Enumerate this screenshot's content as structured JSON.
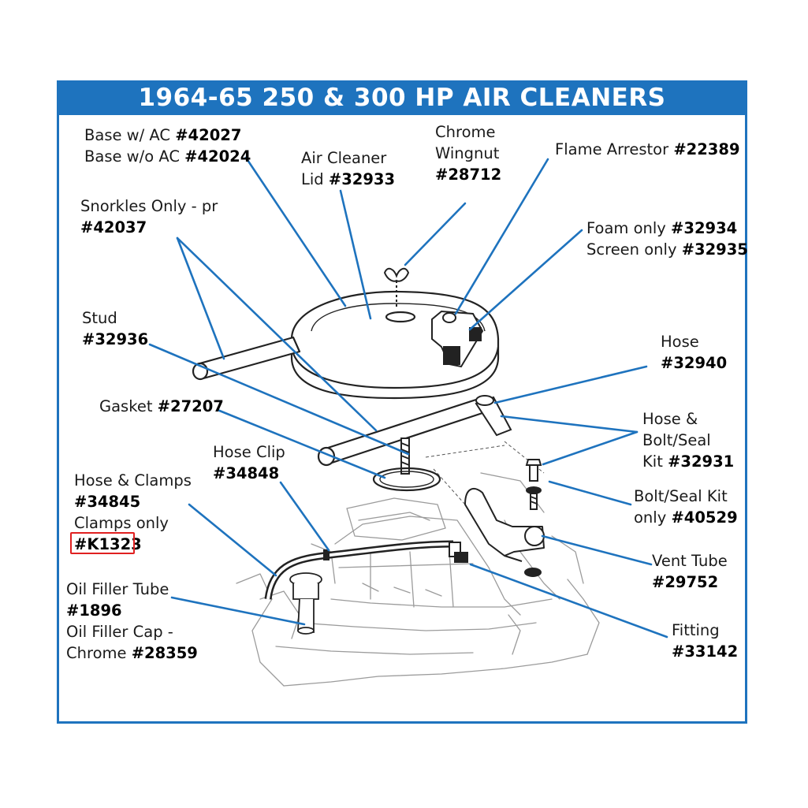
{
  "title": "1964-65 250 & 300 HP AIR CLEANERS",
  "colors": {
    "accent": "#1e73be",
    "highlight": "#e02020",
    "leader": "#1e73be"
  },
  "labels": {
    "base": {
      "line1_text": "Base w/ AC ",
      "line1_num": "#42027",
      "line2_text": "Base w/o AC ",
      "line2_num": "#42024"
    },
    "lid": {
      "line1_text": "Air Cleaner",
      "line2_text": "Lid ",
      "line2_num": "#32933"
    },
    "wingnut": {
      "line1_text": "Chrome",
      "line2_text": "Wingnut",
      "line3_num": "#28712"
    },
    "flame": {
      "line1_text": "Flame Arrestor ",
      "line1_num": "#22389"
    },
    "foam": {
      "line1_text": "Foam only ",
      "line1_num": "#32934",
      "line2_text": "Screen only ",
      "line2_num": "#32935"
    },
    "snorkles": {
      "line1_text": "Snorkles Only - pr",
      "line2_num": "#42037"
    },
    "stud": {
      "line1_text": "Stud",
      "line2_num": "#32936"
    },
    "hose": {
      "line1_text": "Hose",
      "line2_num": "#32940"
    },
    "gasket": {
      "line1_text": "Gasket ",
      "line1_num": "#27207"
    },
    "hose_bolt": {
      "line1_text": "Hose &",
      "line2_text": "Bolt/Seal",
      "line3_text": "Kit ",
      "line3_num": "#32931"
    },
    "hose_clip": {
      "line1_text": "Hose Clip",
      "line2_num": "#34848"
    },
    "hose_clamps": {
      "line1_text": "Hose & Clamps",
      "line2_num": "#34845",
      "line3_text": "Clamps only",
      "line4_num": "#K1323"
    },
    "bolt_seal": {
      "line1_text": "Bolt/Seal Kit",
      "line2_text": "only ",
      "line2_num": "#40529"
    },
    "vent_tube": {
      "line1_text": "Vent Tube",
      "line2_num": "#29752"
    },
    "oil_filler": {
      "line1_text": "Oil Filler Tube",
      "line2_num": "#1896",
      "line3_text": "Oil Filler Cap -",
      "line4_text": "Chrome ",
      "line4_num": "#28359"
    },
    "fitting": {
      "line1_text": "Fitting",
      "line2_num": "#33142"
    }
  }
}
